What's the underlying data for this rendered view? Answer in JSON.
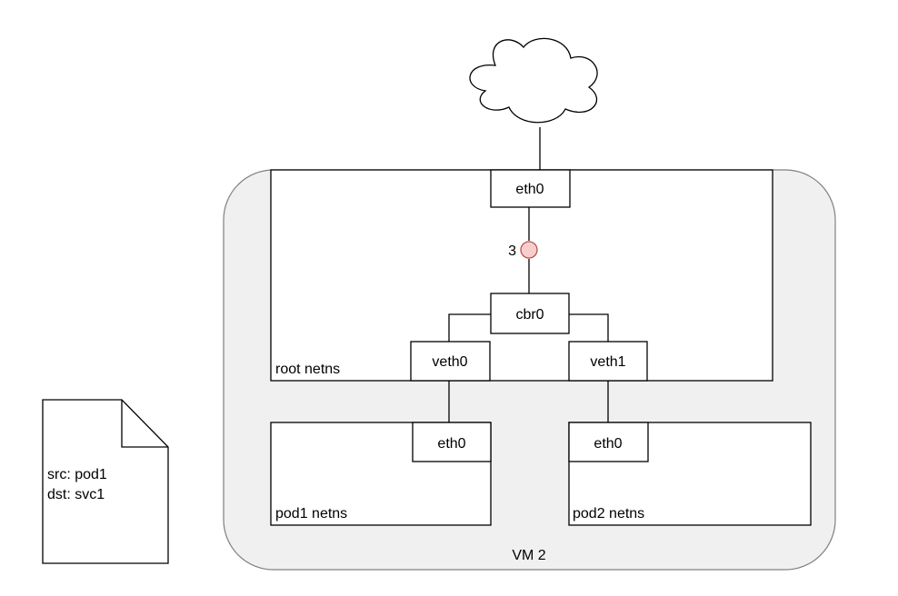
{
  "vm": {
    "label": "VM 2"
  },
  "root_ns": {
    "label": "root netns",
    "eth0": "eth0",
    "cbr0": "cbr0",
    "veth0": "veth0",
    "veth1": "veth1",
    "step_marker": "3"
  },
  "pod1_ns": {
    "label": "pod1 netns",
    "eth0": "eth0"
  },
  "pod2_ns": {
    "label": "pod2 netns",
    "eth0": "eth0"
  },
  "packet": {
    "src": "src: pod1",
    "dst": "dst: svc1"
  },
  "internet": {
    "icon": "cloud-icon"
  },
  "colors": {
    "vm_fill": "#f0f0f0",
    "vm_stroke": "#808080",
    "marker_fill": "#f8cecc",
    "marker_stroke": "#b85450"
  }
}
